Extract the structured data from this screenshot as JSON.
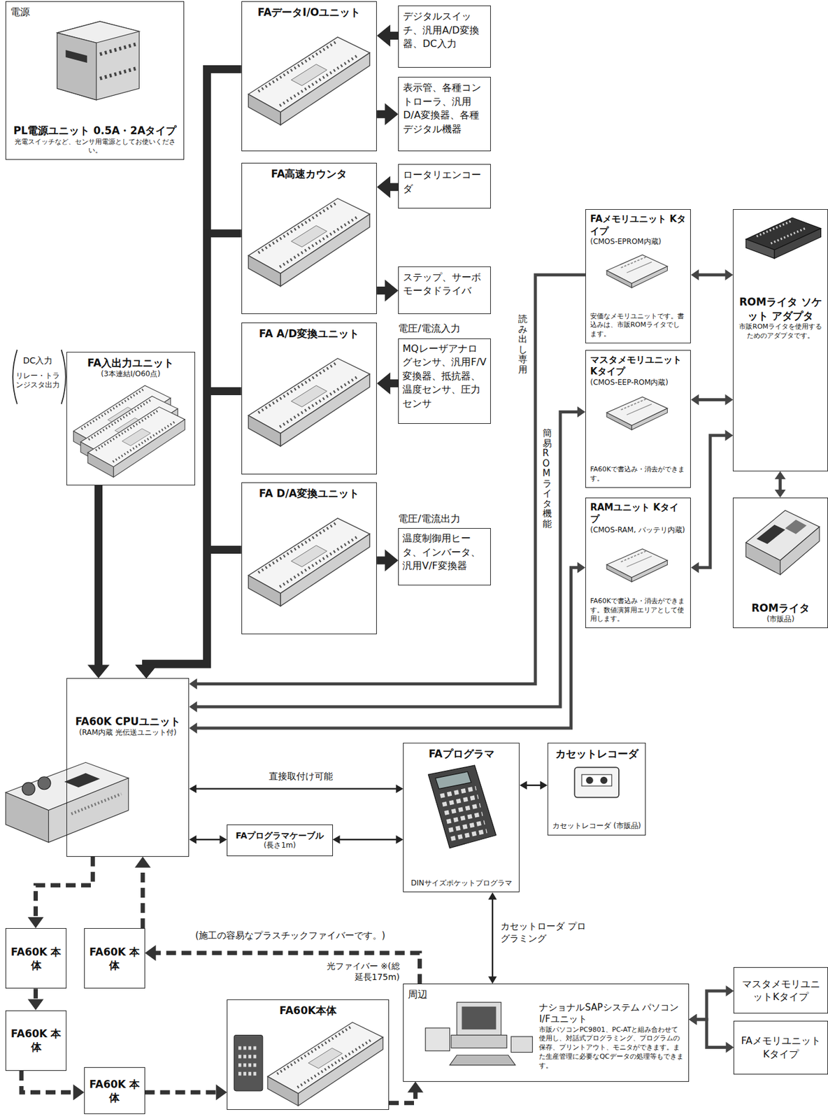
{
  "diagram": {
    "nodes": [
      {
        "text": [
          "電源",
          "PL電源ユニット 0.5A・2Aタイプ",
          "光電スイッチなど、センサ用電源としてお使いください。"
        ]
      },
      {
        "text": [
          "FAデータI/Oユニット"
        ]
      },
      {
        "text": [
          "デジタルスイッチ、汎用A/D変換器、DC入力"
        ]
      },
      {
        "text": [
          "表示管、各種コントローラ、汎用D/A変換器、各種デジタル機器"
        ]
      },
      {
        "text": [
          "FA高速カウンタ"
        ]
      },
      {
        "text": [
          "ロータリエンコーダ"
        ]
      },
      {
        "text": [
          "ステップ、サーボモータドライバ"
        ]
      },
      {
        "text": [
          "FA A/D変換ユニット"
        ]
      },
      {
        "text": [
          "電圧/電流入力",
          "MQレーザアナログセンサ、汎用F/V変換器、抵抗器、温度センサ、圧力センサ"
        ]
      },
      {
        "text": [
          "FA D/A変換ユニット"
        ]
      },
      {
        "text": [
          "電圧/電流出力",
          "温度制御用ヒータ、インバータ、汎用V/F変換器"
        ]
      },
      {
        "text": [
          "FAメモリユニット Kタイプ",
          "(CMOS-EPROM内蔵)",
          "安価なメモリユニットです。書込みは、市販ROMライタでします。"
        ]
      },
      {
        "text": [
          "マスタメモリユニット Kタイプ",
          "(CMOS-EEP-ROM内蔵)",
          "FA60Kで書込み・消去ができます。"
        ]
      },
      {
        "text": [
          "RAMユニット Kタイプ",
          "(CMOS-RAM, バッテリ内蔵)",
          "FA60Kで書込み・消去ができます。数値演算用エリアとして使用します。"
        ]
      },
      {
        "text": [
          "ROMライタ ソケット アダプタ",
          "市販ROMライタを使用するためのアダプタです。"
        ]
      },
      {
        "text": [
          "ROMライタ",
          "(市販品)"
        ]
      },
      {
        "text": [
          "FA入出力ユニット",
          "(3本連結I/O60点)"
        ]
      },
      {
        "text": [
          "FA60K CPUユニット",
          "(RAM内蔵 光伝送ユニット付)"
        ]
      },
      {
        "text": [
          "FAプログラマ",
          "DINサイズポケットプログラマ"
        ]
      },
      {
        "text": [
          "カセットレコーダ",
          "カセットレコーダ (市販品)"
        ]
      },
      {
        "text": [
          "FAプログラマケーブル",
          "(長さ1m)"
        ]
      },
      {
        "text": [
          "FA60K 本体"
        ]
      },
      {
        "text": [
          "FA60K 本体"
        ]
      },
      {
        "text": [
          "FA60K 本体"
        ]
      },
      {
        "text": [
          "FA60K 本体"
        ]
      },
      {
        "text": [
          "FA60K本体"
        ]
      },
      {
        "text": [
          "周辺",
          "ナショナルSAPシステム パソコンI/Fユニット",
          "市販パソコンPC9801、PC-ATと組み合わせて使用し、対話式プログラミング、プログラムの保存、プリントアウト、モニタができます。また生産管理に必要なQCデータの処理等もできます。"
        ]
      },
      {
        "text": [
          "マスタメモリユニットKタイプ"
        ]
      },
      {
        "text": [
          "FAメモリユニットKタイプ"
        ]
      }
    ],
    "edges": [
      {
        "from": 2,
        "to": 1,
        "arrow": "to"
      },
      {
        "from": 1,
        "to": 3,
        "arrow": "to"
      },
      {
        "from": 5,
        "to": 4,
        "arrow": "to"
      },
      {
        "from": 4,
        "to": 6,
        "arrow": "to"
      },
      {
        "from": 8,
        "to": 7,
        "arrow": "to"
      },
      {
        "from": 9,
        "to": 10,
        "arrow": "to"
      },
      {
        "from": 1,
        "to": 17,
        "arrow": "to"
      },
      {
        "from": 4,
        "to": 17,
        "arrow": "to"
      },
      {
        "from": 7,
        "to": 17,
        "arrow": "to"
      },
      {
        "from": 9,
        "to": 17,
        "arrow": "to"
      },
      {
        "from": 16,
        "to": 17,
        "arrow": "to"
      },
      {
        "from": 11,
        "to": 17,
        "arrow": "to",
        "label": "読み出し専用"
      },
      {
        "from": 17,
        "to": 12,
        "arrow": "both",
        "label": "簡易ROMライタ機能"
      },
      {
        "from": 17,
        "to": 13,
        "arrow": "both"
      },
      {
        "from": 11,
        "to": 14,
        "arrow": "both"
      },
      {
        "from": 12,
        "to": 14,
        "arrow": "both"
      },
      {
        "from": 13,
        "to": 14,
        "arrow": "both"
      },
      {
        "from": 14,
        "to": 15,
        "arrow": "both"
      },
      {
        "from": 17,
        "to": 18,
        "arrow": "both",
        "label": "直接取付け可能"
      },
      {
        "from": 17,
        "to": 20,
        "arrow": "both"
      },
      {
        "from": 20,
        "to": 18,
        "arrow": "both"
      },
      {
        "from": 18,
        "to": 19,
        "arrow": "both"
      },
      {
        "from": 18,
        "to": 26,
        "arrow": "both",
        "label": "カセットローダ プログラミング"
      },
      {
        "from": 26,
        "to": 27,
        "arrow": "both"
      },
      {
        "from": 26,
        "to": 28,
        "arrow": "both"
      },
      {
        "from": 17,
        "to": 21,
        "arrow": "to"
      },
      {
        "from": 21,
        "to": 23,
        "arrow": "to"
      },
      {
        "from": 23,
        "to": 24,
        "arrow": "to"
      },
      {
        "from": 24,
        "to": 25,
        "arrow": "to"
      },
      {
        "from": 25,
        "to": 26,
        "arrow": "to"
      },
      {
        "from": 26,
        "to": 22,
        "arrow": "to",
        "label": "(施工の容易なプラスチックファイバーです。)"
      },
      {
        "from": 22,
        "to": 17,
        "arrow": "to"
      }
    ],
    "labels": [
      "DC入力",
      "リレー・トランジスタ出力",
      "光ファイバー ※(総延長175m)"
    ]
  }
}
